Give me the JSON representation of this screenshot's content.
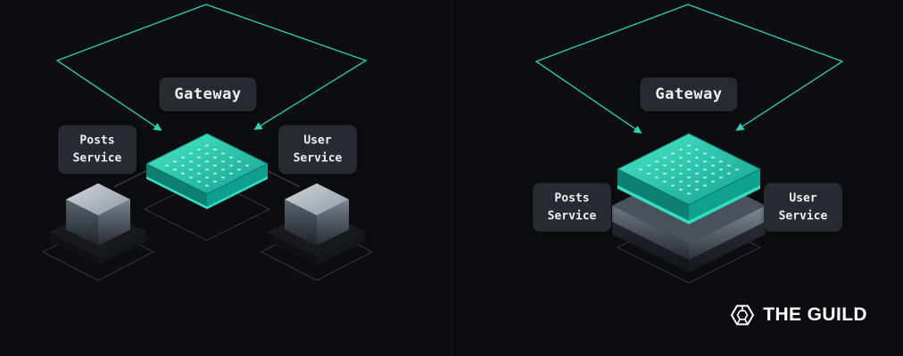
{
  "colors": {
    "background": "#0b0d11",
    "accent_teal": "#2ed3b7",
    "platform_teal": "#1db9a3",
    "label_background": "#262b31",
    "label_text": "#edf0f2",
    "logo_white": "#ffffff"
  },
  "left_diagram": {
    "gateway_label": "Gateway",
    "posts_service_label": "Posts Service",
    "user_service_label": "User Service"
  },
  "right_diagram": {
    "gateway_label": "Gateway",
    "posts_service_label": "Posts Service",
    "user_service_label": "User Service"
  },
  "logo": {
    "icon": "guild-hexagon-logo-icon",
    "text": "THE GUILD"
  }
}
